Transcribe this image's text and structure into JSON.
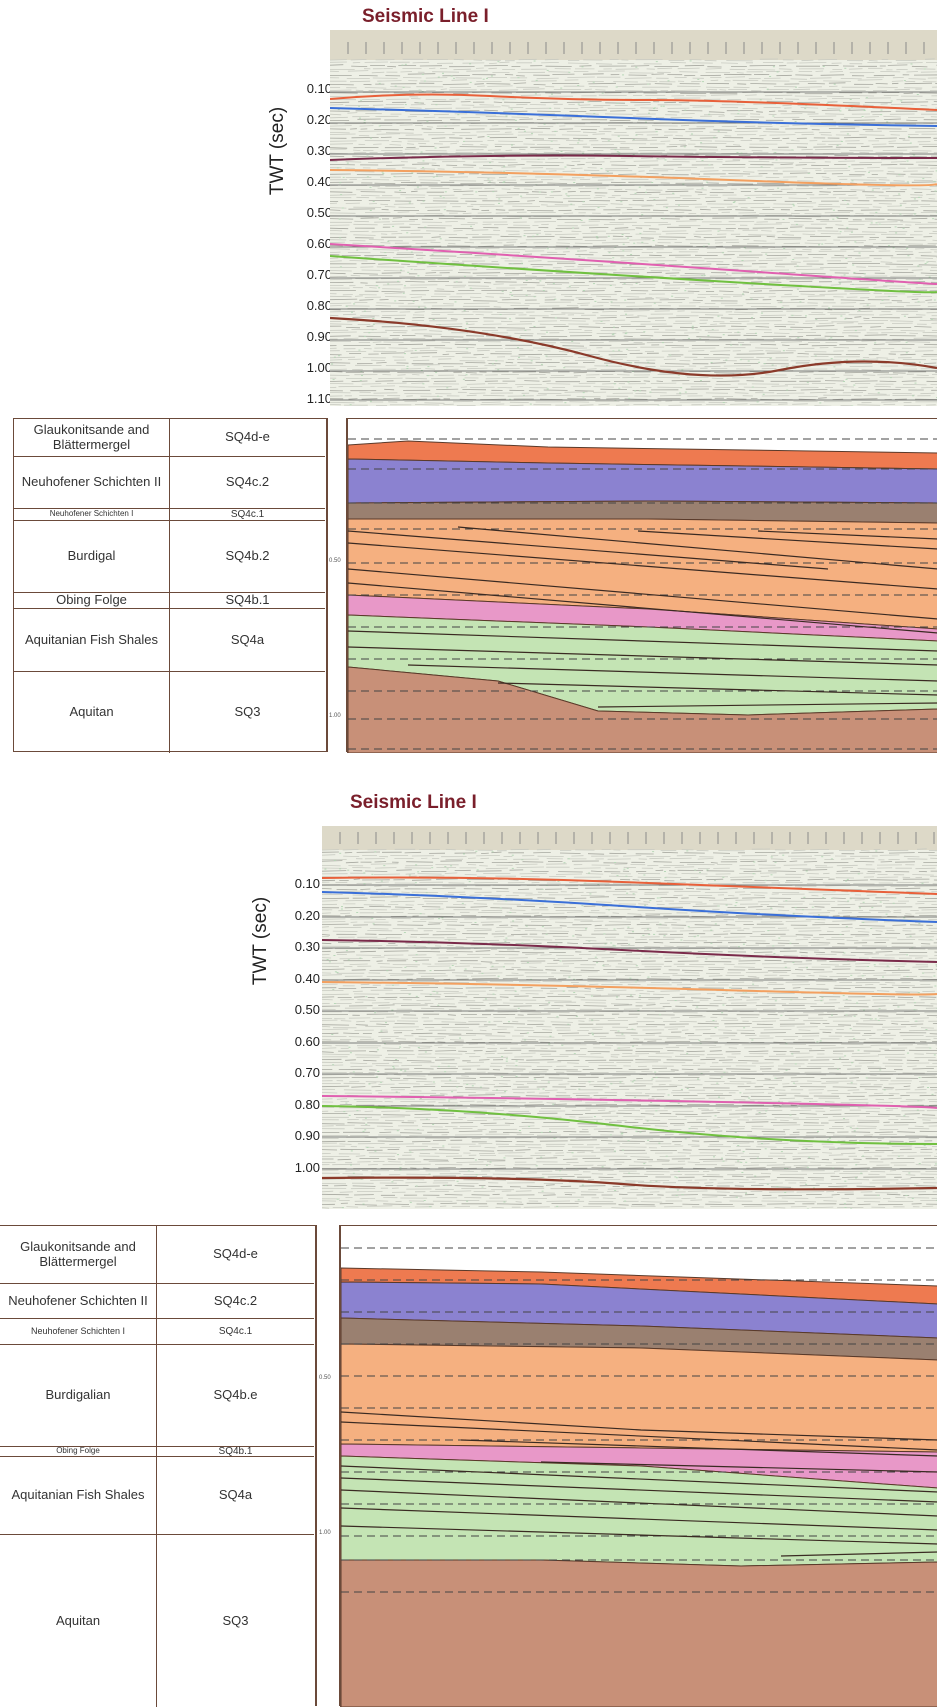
{
  "panels": [
    {
      "id": "top",
      "title": "Seismic Line I",
      "ylabel": "TWT (sec)",
      "ticks": [
        "0.10",
        "0.20",
        "0.30",
        "0.40",
        "0.50",
        "0.60",
        "0.70",
        "0.80",
        "0.90",
        "1.00",
        "1.10"
      ],
      "section_ticks": [
        "0.50",
        "1.00"
      ],
      "units": [
        {
          "name": "Glaukonitsande and Blättermergel",
          "code": "SQ4d-e"
        },
        {
          "name": "Neuhofener Schichten II",
          "code": "SQ4c.2"
        },
        {
          "name": "Neuhofener Schichten I",
          "code": "SQ4c.1"
        },
        {
          "name": "Burdigal",
          "code": "SQ4b.2"
        },
        {
          "name": "Obing Folge",
          "code": "SQ4b.1"
        },
        {
          "name": "Aquitanian Fish Shales",
          "code": "SQ4a"
        },
        {
          "name": "Aquitan",
          "code": "SQ3"
        }
      ]
    },
    {
      "id": "bottom",
      "title": "Seismic Line I",
      "ylabel": "TWT (sec)",
      "ticks": [
        "0.10",
        "0.20",
        "0.30",
        "0.40",
        "0.50",
        "0.60",
        "0.70",
        "0.80",
        "0.90",
        "1.00"
      ],
      "section_ticks": [
        "0.50",
        "1.00"
      ],
      "units": [
        {
          "name": "Glaukonitsande and Blättermergel",
          "code": "SQ4d-e"
        },
        {
          "name": "Neuhofener Schichten II",
          "code": "SQ4c.2"
        },
        {
          "name": "Neuhofener Schichten I",
          "code": "SQ4c.1"
        },
        {
          "name": "Burdigalian",
          "code": "SQ4b.e"
        },
        {
          "name": "Obing Folge",
          "code": "SQ4b.1"
        },
        {
          "name": "Aquitanian Fish Shales",
          "code": "SQ4a"
        },
        {
          "name": "Aquitan",
          "code": "SQ3"
        }
      ]
    }
  ],
  "colors": {
    "title": "#7a1f2b",
    "horizon_orange": "#e8603a",
    "horizon_blue": "#3a6fd8",
    "horizon_purple": "#7a2a4a",
    "horizon_light_orange": "#f3a060",
    "horizon_pink": "#e060b0",
    "horizon_green": "#70c040",
    "horizon_brown": "#8b3a2a",
    "unit_sq4de": "#ee7a50",
    "unit_sq4c2": "#8b82d0",
    "unit_sq4c1": "#9a8070",
    "unit_sq4b": "#f5b080",
    "unit_sq4b1": "#e898c8",
    "unit_sq4a": "#c4e4b4",
    "unit_sq3": "#c89078"
  }
}
